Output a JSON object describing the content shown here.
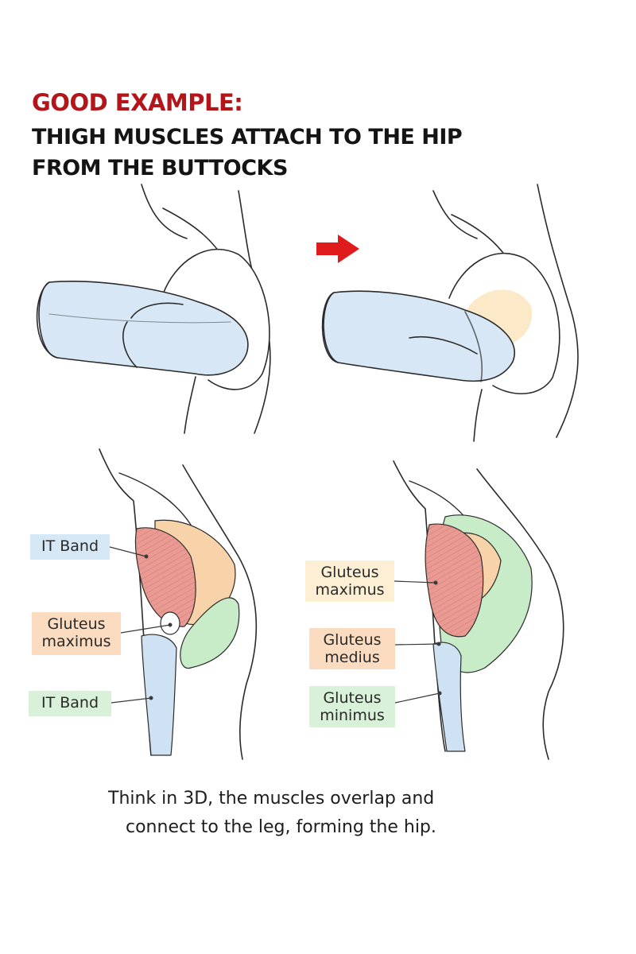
{
  "heading": {
    "label": "GOOD EXAMPLE:",
    "line1": "THIGH MUSCLES ATTACH TO THE HIP",
    "line2": "FROM THE BUTTOCKS"
  },
  "colors": {
    "heading_red": "#b3151b",
    "arrow_red": "#e01b1b",
    "it_band_blue": "#cfe2f3",
    "gluteus_maximus_red": "#e99a92",
    "gluteus_medius_orange": "#f8d2a8",
    "gluteus_minimus_green": "#c8ecc8",
    "label_blue_bg": "#d6e7f6",
    "label_orange_bg": "#fbdcc0",
    "label_cream_bg": "#fcefd3",
    "label_green_bg": "#d8f1d8"
  },
  "icons": {
    "arrow": "right-arrow-icon"
  },
  "labels": {
    "left": {
      "it_band_top": "IT Band",
      "gluteus_maximus": [
        "Gluteus",
        "maximus"
      ],
      "it_band_bottom": "IT Band"
    },
    "right": {
      "gluteus_maximus": [
        "Gluteus",
        "maximus"
      ],
      "gluteus_medius": [
        "Gluteus",
        "medius"
      ],
      "gluteus_minimus": [
        "Gluteus",
        "minimus"
      ]
    }
  },
  "caption": {
    "line1": "Think in 3D, the muscles overlap and",
    "line2": "connect to the leg, forming the hip."
  }
}
